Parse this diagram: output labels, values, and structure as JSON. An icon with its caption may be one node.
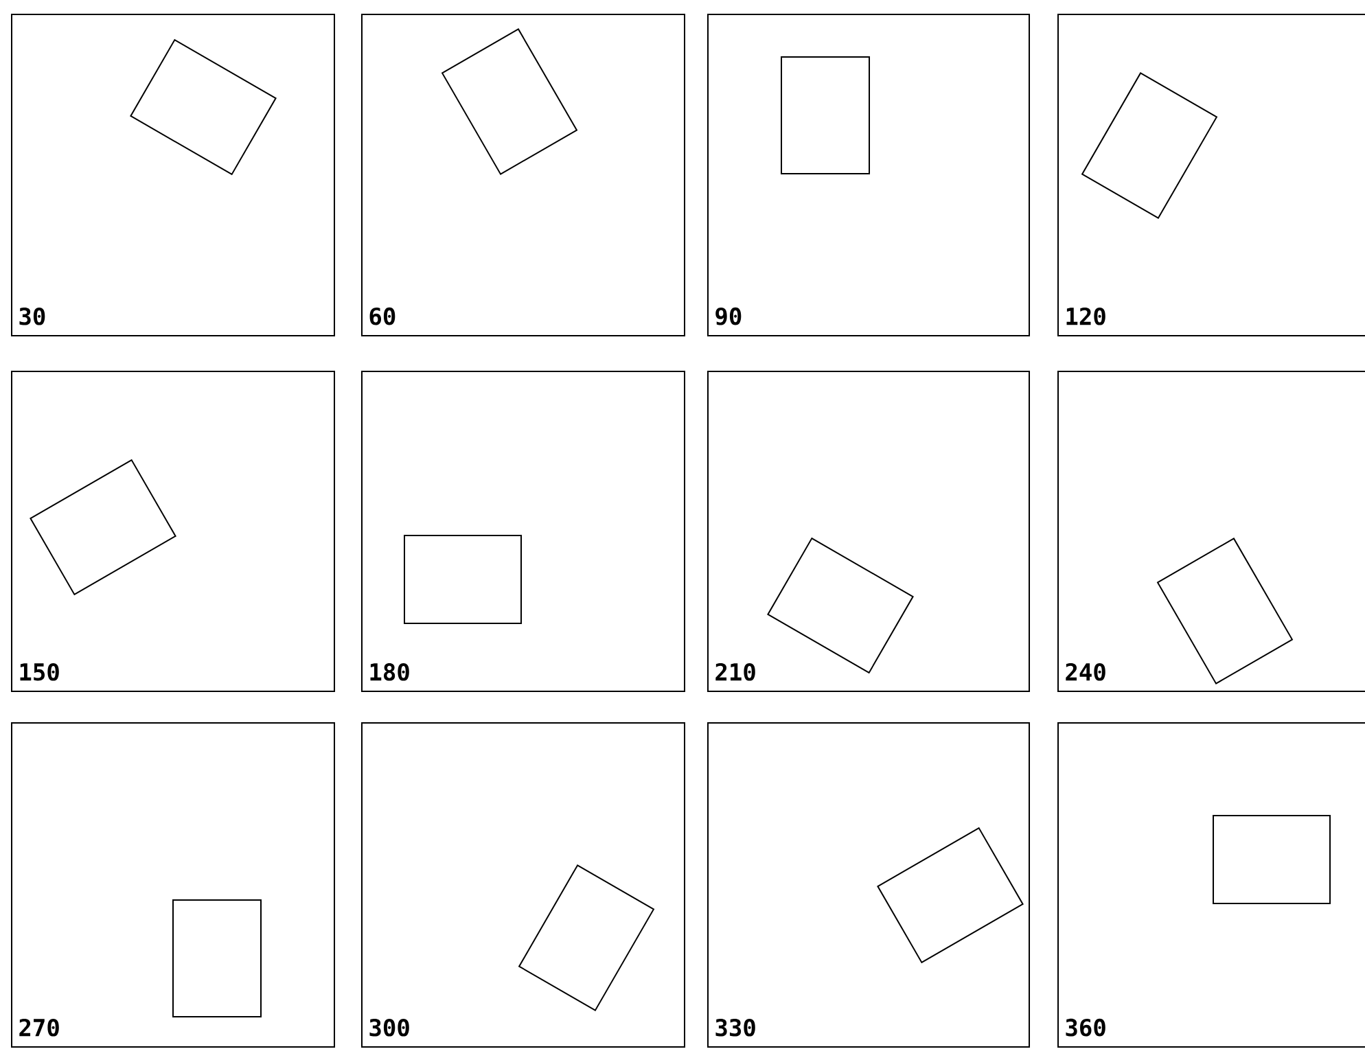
{
  "diagram": {
    "nodes": [
      {
        "text": [
          "30"
        ]
      },
      {
        "text": [],
        "shape": "box",
        "in": 0
      },
      {
        "text": [
          "60"
        ]
      },
      {
        "text": [],
        "shape": "box",
        "in": 2
      },
      {
        "text": [
          "90"
        ]
      },
      {
        "text": [],
        "shape": "box",
        "in": 4
      },
      {
        "text": [
          "120"
        ]
      },
      {
        "text": [],
        "shape": "box",
        "in": 6
      },
      {
        "text": [
          "150"
        ]
      },
      {
        "text": [],
        "shape": "box",
        "in": 8
      },
      {
        "text": [
          "180"
        ]
      },
      {
        "text": [],
        "shape": "box",
        "in": 10
      },
      {
        "text": [
          "210"
        ]
      },
      {
        "text": [],
        "shape": "box",
        "in": 12
      },
      {
        "text": [
          "240"
        ]
      },
      {
        "text": [],
        "shape": "box",
        "in": 14
      },
      {
        "text": [
          "270"
        ]
      },
      {
        "text": [],
        "shape": "box",
        "in": 16
      },
      {
        "text": [
          "300"
        ]
      },
      {
        "text": [],
        "shape": "box",
        "in": 18
      },
      {
        "text": [
          "330"
        ]
      },
      {
        "text": [],
        "shape": "box",
        "in": 20
      },
      {
        "text": [
          "360"
        ]
      },
      {
        "text": [],
        "shape": "box",
        "in": 22
      }
    ]
  }
}
